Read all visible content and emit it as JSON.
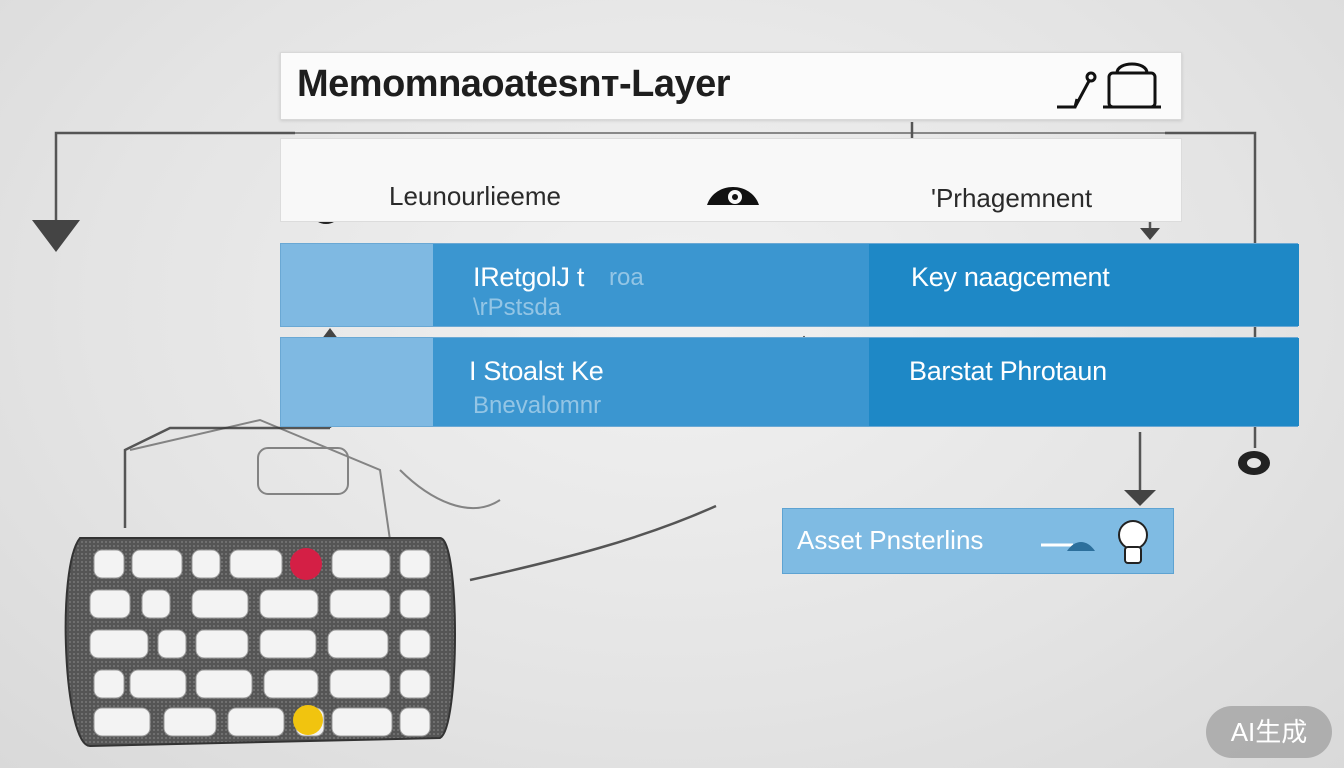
{
  "title": "Memomnaoatesnт-Layer",
  "subheader": {
    "left_label": "Leunourlieeme",
    "right_label": "'Prhagemnent"
  },
  "rows": [
    {
      "middle_label": "IRetgolJ t",
      "middle_ghost": "roa",
      "middle_sub": "\\rPstsda",
      "right_label": "Key naagcement"
    },
    {
      "middle_label": "I  Stoalst  Ke",
      "middle_sub": "Bnevalomnr",
      "right_label": "Barstat   Phrotaun"
    }
  ],
  "asset_box": {
    "label": "Asset Pnsterlins"
  },
  "watermark": "AI生成",
  "colors": {
    "row_light": "#7fb9e2",
    "row_mid": "#3b96d0",
    "row_dark": "#1e88c6",
    "keypad_red": "#d41f45",
    "keypad_yellow": "#f1c40f"
  },
  "icons": [
    "lock-icon",
    "hand-pointer-icon",
    "eye-icon",
    "pin-icon",
    "arrow-up-icon",
    "arrow-down-icon",
    "hand-cursor-icon",
    "keypad-icon"
  ]
}
